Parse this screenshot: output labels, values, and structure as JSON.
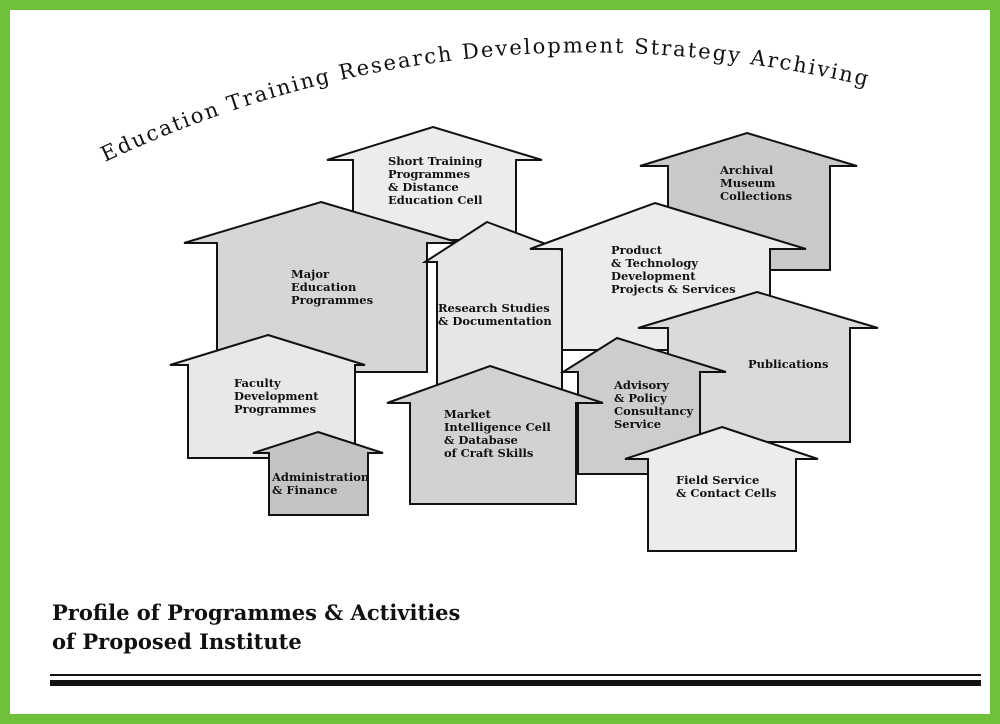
{
  "arc_title": "Education Training Research Development Strategy Archiving Publications",
  "houses": [
    {
      "id": "short-training",
      "label": [
        "Short Training",
        "Programmes",
        "& Distance",
        "Education Cell"
      ],
      "fill": "#ececec"
    },
    {
      "id": "archival-museum",
      "label": [
        "Archival",
        "Museum",
        "Collections"
      ],
      "fill": "#c9c9c9"
    },
    {
      "id": "major-education",
      "label": [
        "Major",
        "Education",
        "Programmes"
      ],
      "fill": "#d6d6d6"
    },
    {
      "id": "research-studies",
      "label": [
        "Research Studies",
        "& Documentation"
      ],
      "fill": "#e6e6e6"
    },
    {
      "id": "product-technology",
      "label": [
        "Product",
        "& Technology",
        "Development",
        "Projects & Services"
      ],
      "fill": "#ececec"
    },
    {
      "id": "publications",
      "label": [
        "Publications"
      ],
      "fill": "#dadada"
    },
    {
      "id": "advisory-policy",
      "label": [
        "Advisory",
        "& Policy",
        "Consultancy",
        "Service"
      ],
      "fill": "#cdcdcd"
    },
    {
      "id": "faculty-development",
      "label": [
        "Faculty",
        "Development",
        "Programmes"
      ],
      "fill": "#e8e8e8"
    },
    {
      "id": "market-intelligence",
      "label": [
        "Market",
        "Intelligence Cell",
        "& Database",
        "of Craft Skills"
      ],
      "fill": "#d2d2d2"
    },
    {
      "id": "administration-finance",
      "label": [
        "Administration",
        "& Finance"
      ],
      "fill": "#c4c4c4"
    },
    {
      "id": "field-service",
      "label": [
        "Field Service",
        "& Contact Cells"
      ],
      "fill": "#ececec"
    }
  ],
  "caption": {
    "line1": "Profile of Programmes & Activities",
    "line2": "of Proposed Institute"
  },
  "colors": {
    "frame": "#6fc13b",
    "outline": "#111111"
  }
}
